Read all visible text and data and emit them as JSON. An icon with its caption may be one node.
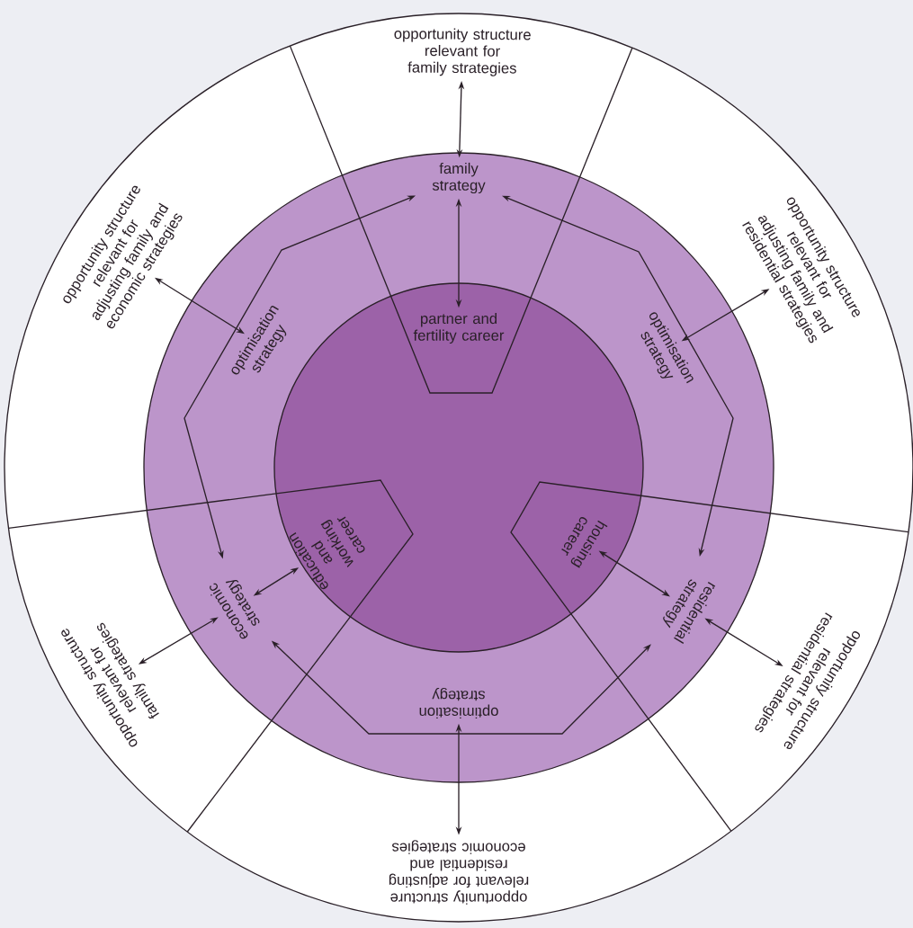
{
  "diagram": {
    "nodes": [
      {
        "text": [
          "opportunity structure relevant for family strategies"
        ]
      },
      {
        "text": [
          "opportunity structure relevant for adjusting family and economic strategies"
        ]
      },
      {
        "text": [
          "opportunity structure relevant for adjusting family and residential strategies"
        ]
      },
      {
        "text": [
          "family strategy"
        ]
      },
      {
        "text": [
          "optimisation strategy"
        ]
      },
      {
        "text": [
          "optimisation strategy"
        ]
      },
      {
        "text": [
          "partner and fertility career"
        ]
      },
      {
        "text": [
          "education and working career"
        ]
      },
      {
        "text": [
          "housing career"
        ]
      },
      {
        "text": [
          "economic strategy"
        ]
      },
      {
        "text": [
          "residential strategy"
        ]
      },
      {
        "text": [
          "opportunity structure relevant for family strategies"
        ]
      },
      {
        "text": [
          "opportunity structure relevant for residential strategies"
        ]
      },
      {
        "text": [
          "optimisation strategy"
        ]
      },
      {
        "text": [
          "opportunity structure relevant for adjusting residential and economic strategies"
        ]
      }
    ],
    "edges": [
      {
        "from": 0,
        "to": 3,
        "arrow": "both"
      },
      {
        "from": 3,
        "to": 6,
        "arrow": "both"
      },
      {
        "from": 1,
        "to": 4,
        "arrow": "both"
      },
      {
        "from": 2,
        "to": 5,
        "arrow": "both"
      },
      {
        "from": 3,
        "to": 9,
        "arrow": "both"
      },
      {
        "from": 3,
        "to": 10,
        "arrow": "both"
      },
      {
        "from": 9,
        "to": 7,
        "arrow": "both"
      },
      {
        "from": 11,
        "to": 9,
        "arrow": "both"
      },
      {
        "from": 10,
        "to": 8,
        "arrow": "both"
      },
      {
        "from": 10,
        "to": 12,
        "arrow": "both"
      },
      {
        "from": 9,
        "to": 10,
        "arrow": "both"
      },
      {
        "from": 13,
        "to": 14,
        "arrow": "both"
      }
    ]
  }
}
